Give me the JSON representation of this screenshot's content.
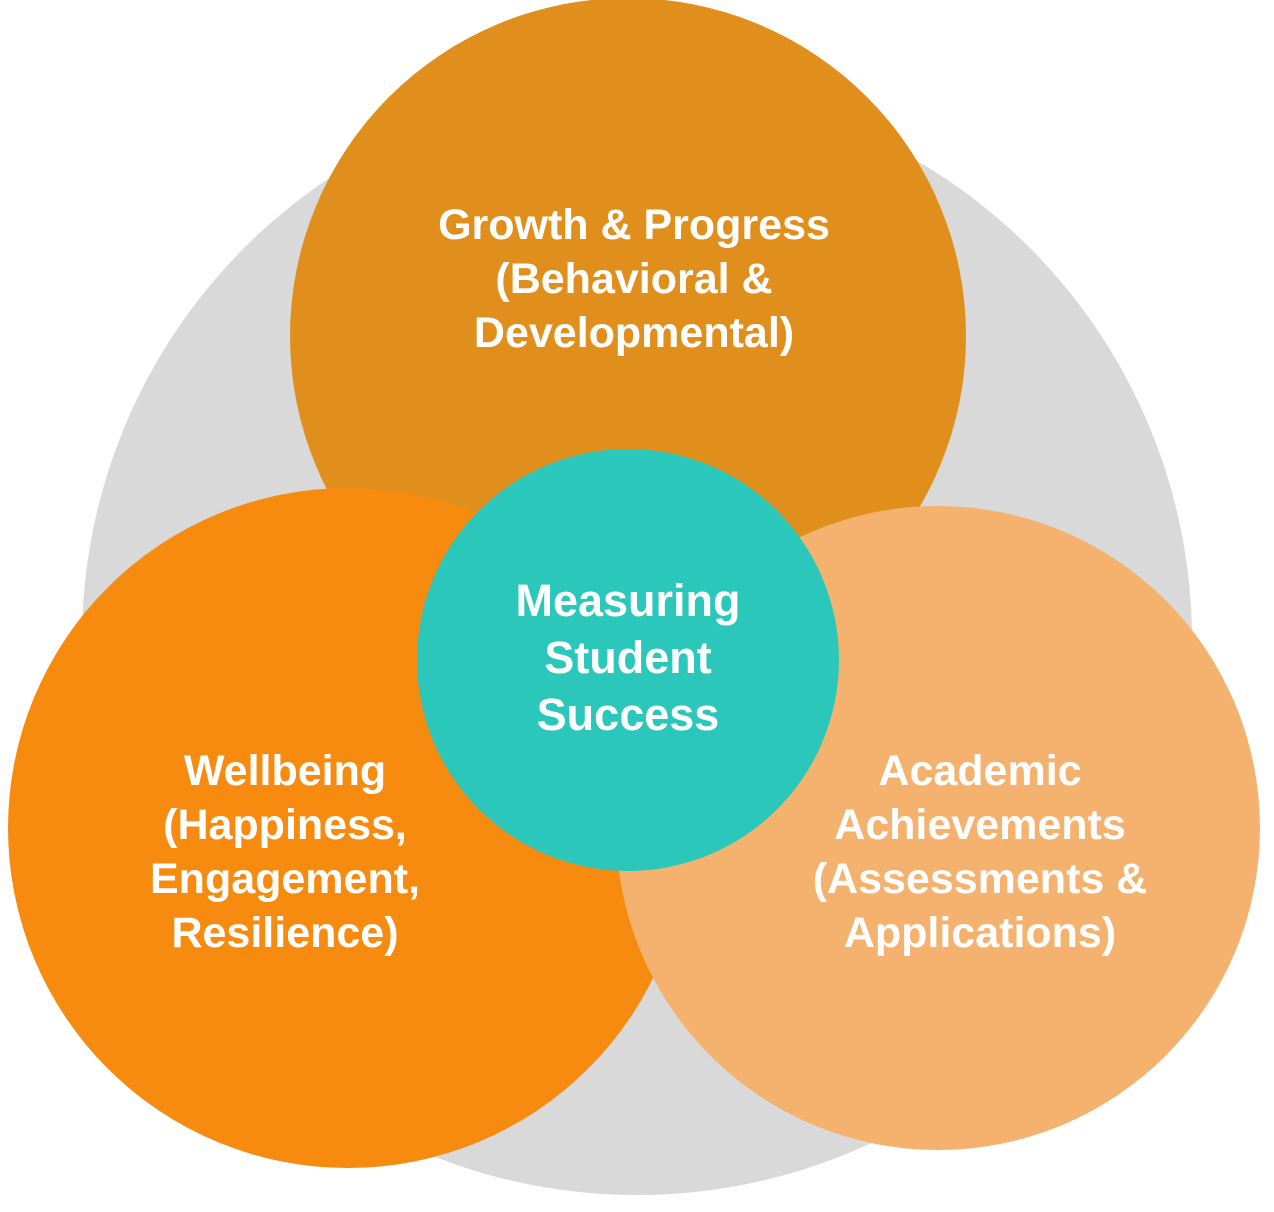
{
  "colors": {
    "background_ring": "#d9d9d9",
    "growth": "#e08f1c",
    "wellbeing": "#f68b0f",
    "academic": "#f4b26e",
    "center": "#2bc7bb",
    "text": "#ffffff"
  },
  "circles": {
    "growth": {
      "lines": [
        "Growth & Progress",
        "(Behavioral &",
        "Developmental)"
      ]
    },
    "wellbeing": {
      "lines": [
        "Wellbeing",
        "(Happiness,",
        "Engagement,",
        "Resilience)"
      ]
    },
    "academic": {
      "lines": [
        "Academic",
        "Achievements",
        "(Assessments &",
        "Applications)"
      ]
    },
    "center": {
      "lines": [
        "Measuring",
        "Student",
        "Success"
      ]
    }
  }
}
